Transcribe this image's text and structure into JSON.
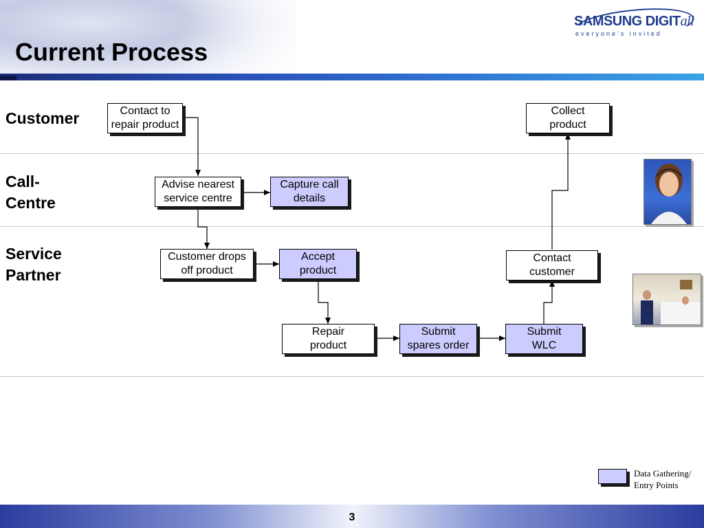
{
  "slide": {
    "title": "Current Process",
    "page_number": "3"
  },
  "logo": {
    "brand": "SAMSUNG DIGIT",
    "brand_italic": "all",
    "tagline": "everyone's invited"
  },
  "lanes": [
    {
      "id": "customer",
      "label": "Customer"
    },
    {
      "id": "call-centre",
      "label": "Call-\nCentre"
    },
    {
      "id": "service-partner",
      "label": "Service\nPartner"
    }
  ],
  "steps": {
    "contact_repair": {
      "label": "Contact to\nrepair product",
      "data_point": false
    },
    "collect_product": {
      "label": "Collect\nproduct",
      "data_point": false
    },
    "advise_centre": {
      "label": "Advise nearest\nservice centre",
      "data_point": false
    },
    "capture_call": {
      "label": "Capture call\ndetails",
      "data_point": true
    },
    "customer_drops": {
      "label": "Customer drops\noff product",
      "data_point": false
    },
    "accept_product": {
      "label": "Accept\nproduct",
      "data_point": true
    },
    "contact_customer": {
      "label": "Contact\ncustomer",
      "data_point": false
    },
    "repair_product": {
      "label": "Repair\nproduct",
      "data_point": false
    },
    "submit_spares": {
      "label": "Submit\nspares order",
      "data_point": true
    },
    "submit_wlc": {
      "label": "Submit\nWLC",
      "data_point": true
    }
  },
  "legend": {
    "label": "Data Gathering/\nEntry Points",
    "color": "#ccccff"
  },
  "colors": {
    "data_point_fill": "#ccccff",
    "header_bar": "#2a52b8"
  }
}
